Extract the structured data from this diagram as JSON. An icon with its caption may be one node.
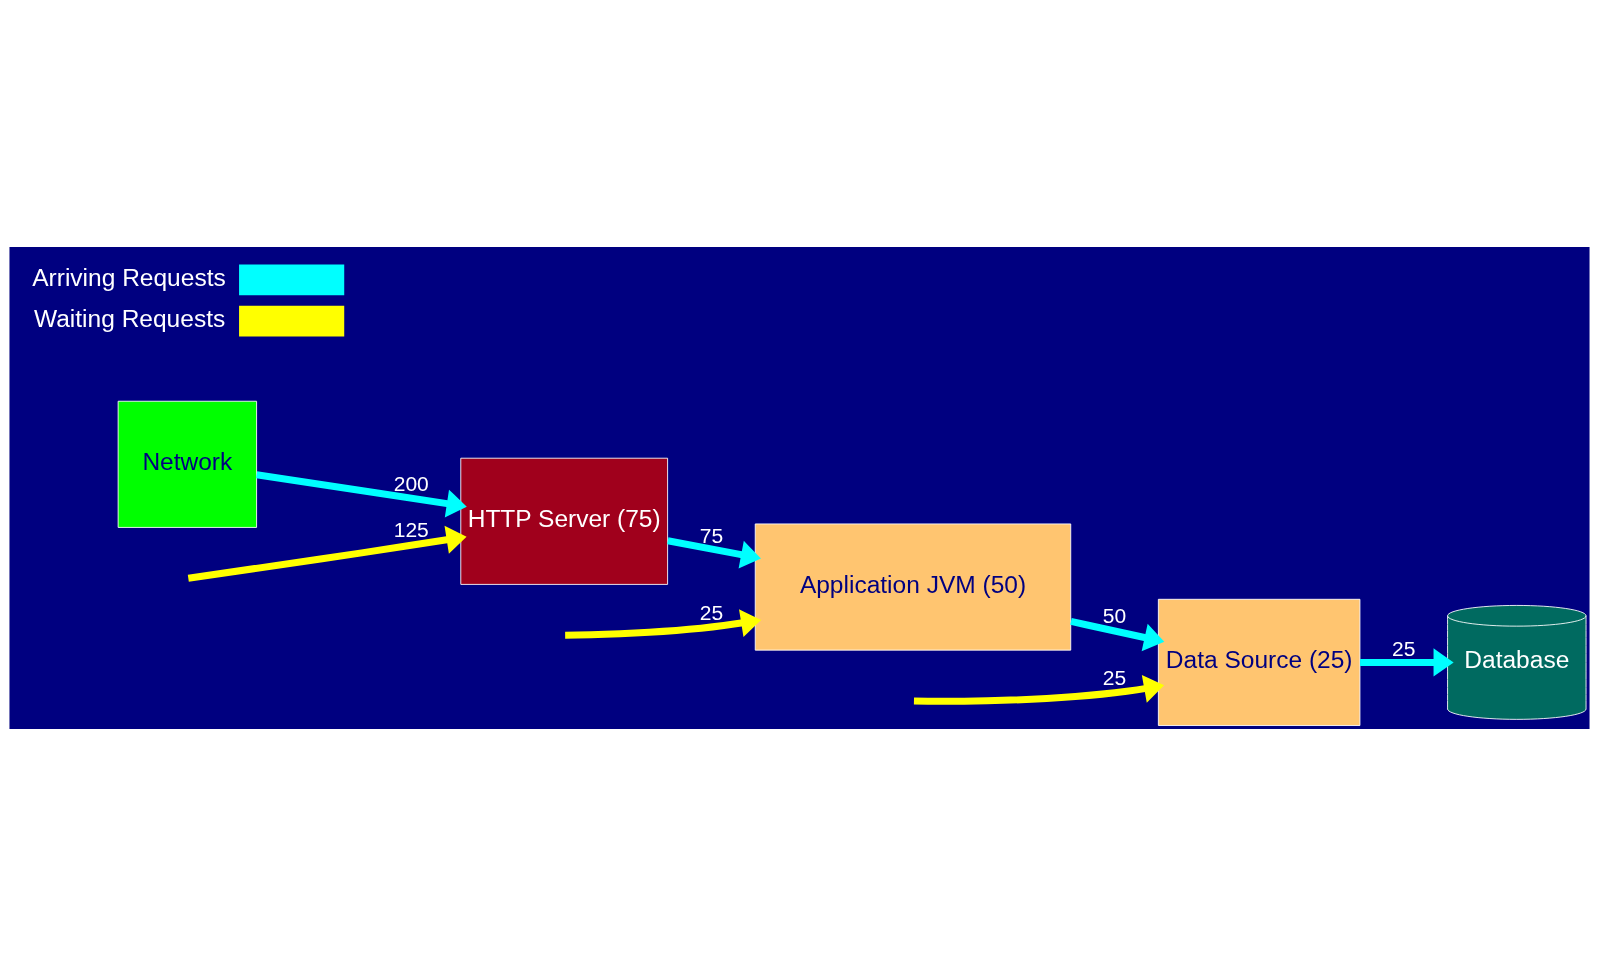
{
  "diagram": {
    "nodes": [
      {
        "text": [
          "Network"
        ]
      },
      {
        "text": [
          "HTTP Server (75)"
        ]
      },
      {
        "text": [
          "Application JVM (50)"
        ]
      },
      {
        "text": [
          "Data Source (25)"
        ]
      },
      {
        "text": [
          "Database"
        ]
      }
    ],
    "edges": [
      {
        "from": 0,
        "to": 1,
        "arrow": "to",
        "label": "200"
      },
      {
        "from": null,
        "to": 1,
        "arrow": "to",
        "label": "125",
        "color": "#ffff00"
      },
      {
        "from": 1,
        "to": 2,
        "arrow": "to",
        "label": "75"
      },
      {
        "from": null,
        "to": 2,
        "arrow": "to",
        "label": "25",
        "color": "#ffff00"
      },
      {
        "from": 2,
        "to": 3,
        "arrow": "to",
        "label": "50"
      },
      {
        "from": null,
        "to": 3,
        "arrow": "to",
        "label": "25",
        "color": "#ffff00"
      },
      {
        "from": 3,
        "to": 4,
        "arrow": "to",
        "label": "25"
      }
    ],
    "legend": [
      {
        "text": "Arriving Requests",
        "color": "#00ffff"
      },
      {
        "text": "Waiting Requests",
        "color": "#ffff00"
      }
    ]
  }
}
